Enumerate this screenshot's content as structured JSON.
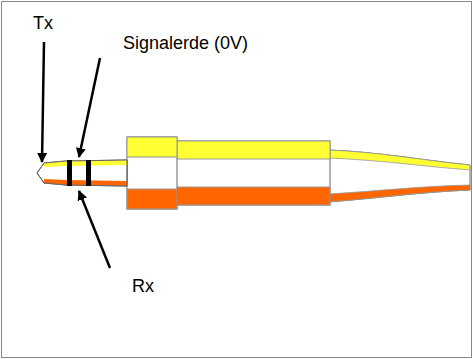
{
  "diagram": {
    "labels": [
      "Tx",
      "Signalerde (0V)",
      "Rx"
    ]
  }
}
